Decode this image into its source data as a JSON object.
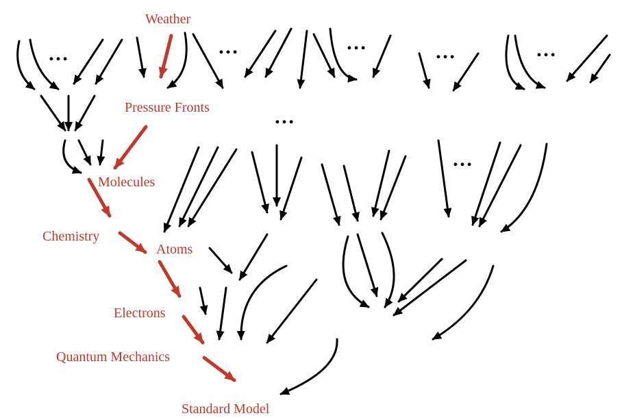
{
  "colors": {
    "highlight": "#c0392b",
    "arrow": "#000000",
    "background": "#ffffff"
  },
  "labels": {
    "weather": "Weather",
    "pressure_fronts": "Pressure Fronts",
    "molecules": "Molecules",
    "chemistry": "Chemistry",
    "atoms": "Atoms",
    "electrons": "Electrons",
    "quantum_mechanics": "Quantum Mechanics",
    "standard_model": "Standard Model"
  },
  "ellipsis": "…"
}
